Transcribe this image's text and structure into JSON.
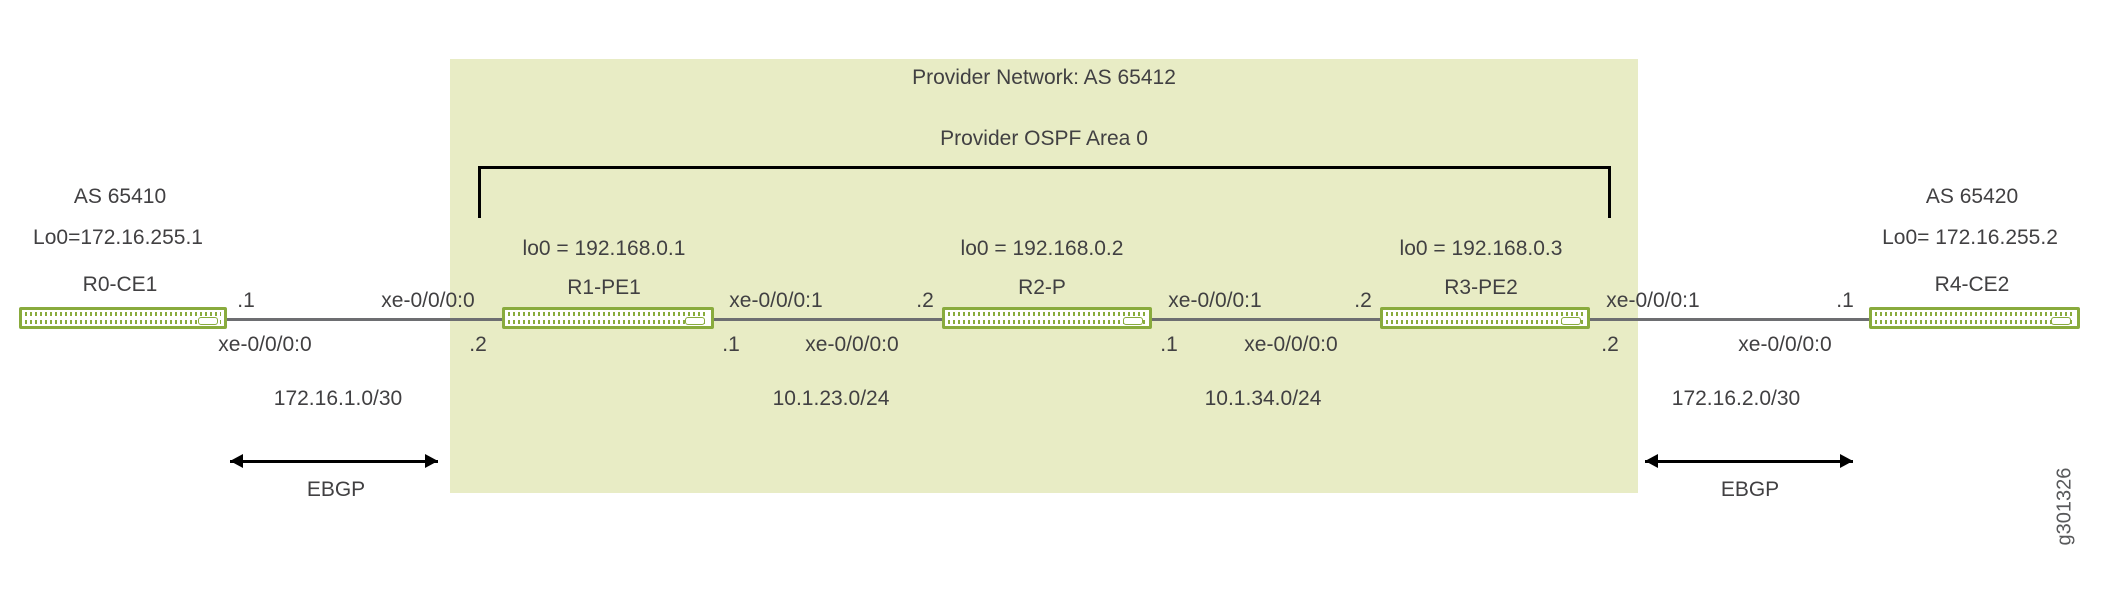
{
  "figure": {
    "id_label": "g301326"
  },
  "provider": {
    "title": "Provider Network: AS 65412",
    "ospf": "Provider OSPF Area 0"
  },
  "sites": {
    "left": {
      "as_label": "AS 65410",
      "loopback": "Lo0=172.16.255.1"
    },
    "right": {
      "as_label": "AS 65420",
      "loopback": "Lo0= 172.16.255.2"
    }
  },
  "routers": [
    {
      "name": "R0-CE1"
    },
    {
      "name": "R1-PE1",
      "loopback": "lo0 = 192.168.0.1"
    },
    {
      "name": "R2-P",
      "loopback": "lo0 = 192.168.0.2"
    },
    {
      "name": "R3-PE2",
      "loopback": "lo0 = 192.168.0.3"
    },
    {
      "name": "R4-CE2"
    }
  ],
  "links": [
    {
      "top_left": ".1",
      "top_right": "xe-0/0/0:0",
      "bottom_left": "xe-0/0/0:0",
      "bottom_right": ".2",
      "subnet": "172.16.1.0/30",
      "protocol": "EBGP"
    },
    {
      "top_left": "xe-0/0/0:1",
      "top_right": ".2",
      "bottom_left": ".1",
      "bottom_right": "xe-0/0/0:0",
      "subnet": "10.1.23.0/24"
    },
    {
      "top_left": "xe-0/0/0:1",
      "top_right": ".2",
      "bottom_left": ".1",
      "bottom_right": "xe-0/0/0:0",
      "subnet": "10.1.34.0/24"
    },
    {
      "top_left": "xe-0/0/0:1",
      "top_right": ".1",
      "bottom_left": ".2",
      "bottom_right": "xe-0/0/0:0",
      "subnet": "172.16.2.0/30",
      "protocol": "EBGP"
    }
  ],
  "colors": {
    "provider_fill": "#e8ecc5",
    "router_green": "#89ab3d",
    "line_gray": "#6d6e71"
  }
}
